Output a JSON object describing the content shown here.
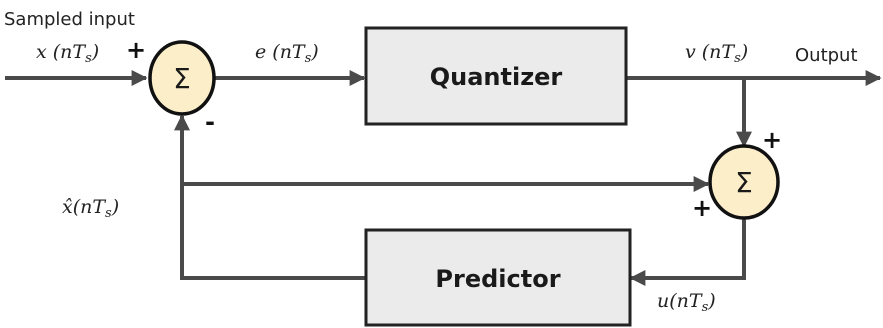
{
  "input_label": "Sampled input",
  "output_label": "Output",
  "signals": {
    "x": {
      "main": "x (nT",
      "sub": "s",
      "close": ")"
    },
    "e": {
      "main": "e (nT",
      "sub": "s",
      "close": ")"
    },
    "v": {
      "main": "v (nT",
      "sub": "s",
      "close": ")"
    },
    "xhat": {
      "main": "x̂(nT",
      "sub": "s",
      "close": ")"
    },
    "u": {
      "main": "u(nT",
      "sub": "s",
      "close": ")"
    }
  },
  "blocks": {
    "quantizer": "Quantizer",
    "predictor": "Predictor"
  },
  "summers": {
    "symbol": "Σ",
    "left": {
      "plus": "+",
      "minus": "-"
    },
    "right": {
      "plus_top": "+",
      "plus_bottom": "+"
    }
  },
  "colors": {
    "summer_fill": "#fbeec9",
    "block_fill": "#ebebeb",
    "line": "#4a4a4a"
  }
}
